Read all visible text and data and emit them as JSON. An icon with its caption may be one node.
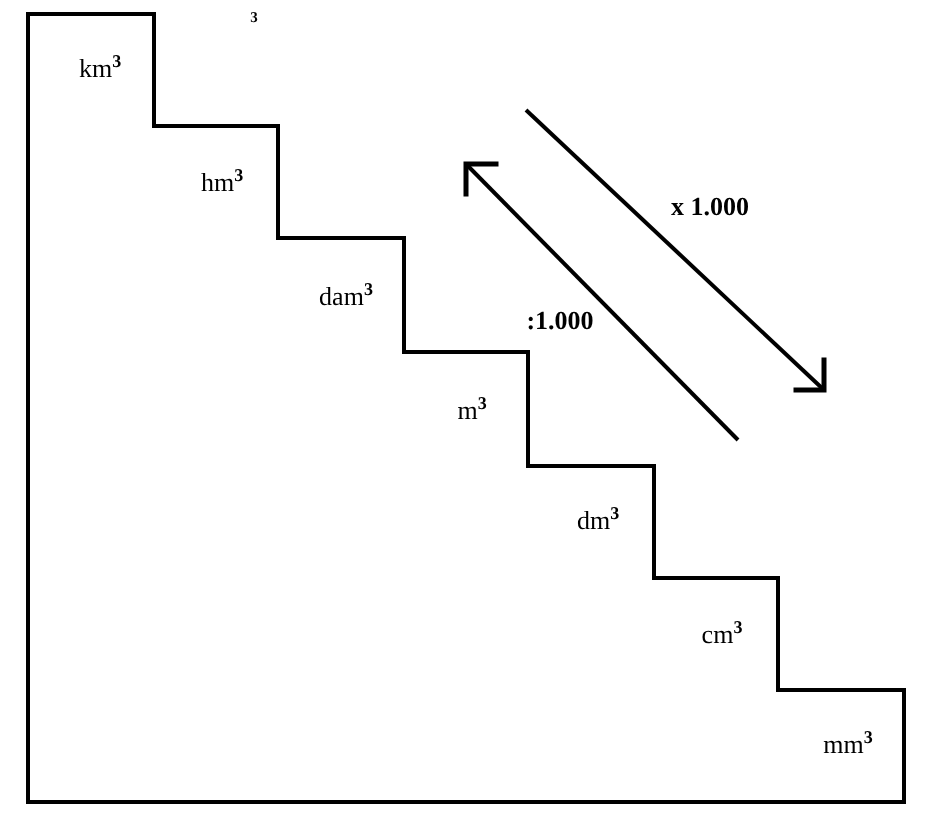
{
  "diagram": {
    "nodes": [
      {
        "text": [
          "km$^{3}$",
          "hm$^{3}$",
          "dam$^{3}$",
          "m$^{3}$",
          "dm$^{3}$",
          "cm$^{3}$",
          "mm$^{3}$"
        ]
      }
    ],
    "labels": [
      "$^{3}$",
      "x 1.000",
      ":1.000"
    ]
  }
}
